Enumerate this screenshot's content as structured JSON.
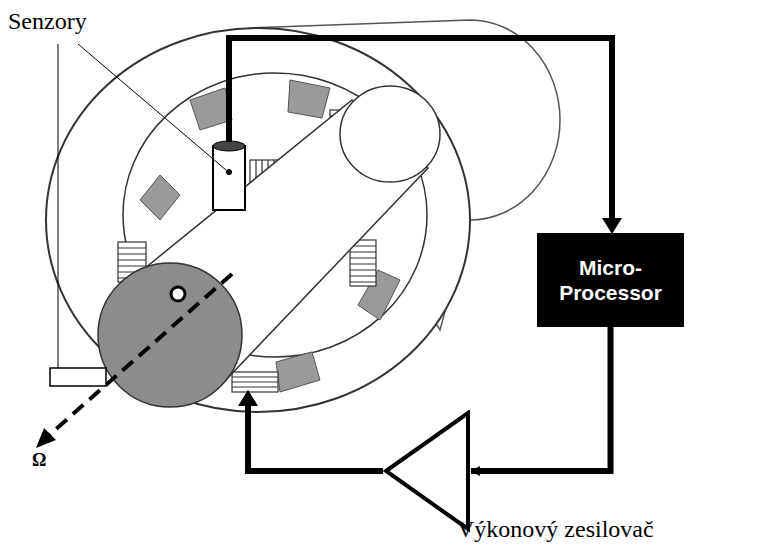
{
  "diagram": {
    "nodes": [
      {
        "text": [
          "Micro- Processor"
        ]
      },
      {
        "text": [
          "Výkonový zesilovač"
        ]
      }
    ],
    "edges": [
      {
        "from": 0,
        "to": 1,
        "arrow": "to"
      }
    ],
    "labels": [
      "Senzory",
      "Ω"
    ]
  }
}
